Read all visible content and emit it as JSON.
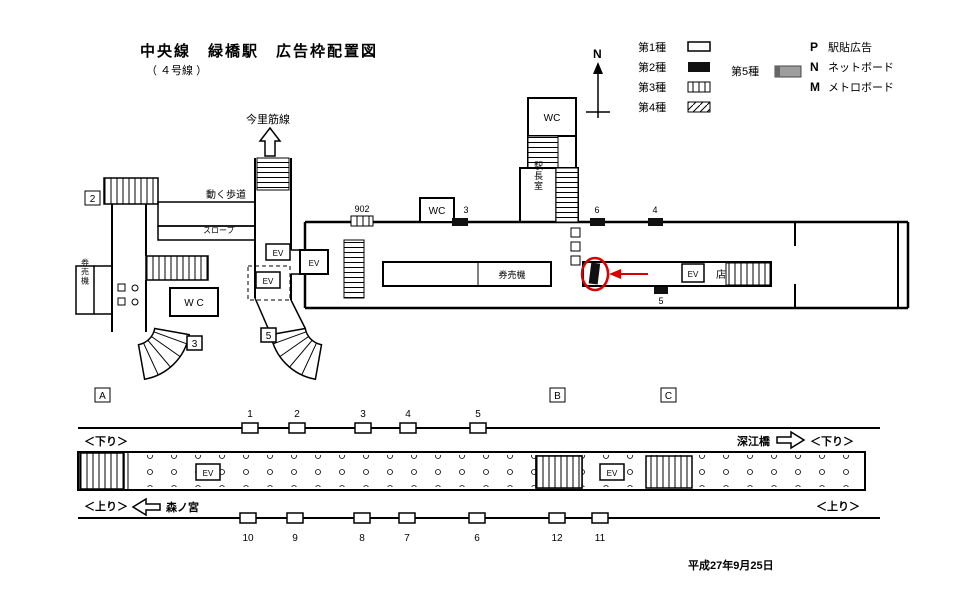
{
  "title": "中央線　緑橋駅　広告枠配置図",
  "subtitle": "（ ４号線 ）",
  "date": "平成27年9月25日",
  "legend": {
    "north": "N",
    "items": [
      {
        "label": "第1種"
      },
      {
        "label": "第2種"
      },
      {
        "label": "第3種"
      },
      {
        "label": "第4種"
      },
      {
        "label": "第5種"
      }
    ],
    "marks": [
      {
        "letter": "P",
        "label": "駅貼広告"
      },
      {
        "letter": "N",
        "label": "ネットボード"
      },
      {
        "letter": "M",
        "label": "メトロボード"
      }
    ]
  },
  "concourse": {
    "imazatosuji_line": "今里筋線",
    "moving_walkway": "動く歩道",
    "slope": "スロープ",
    "wc_top": "WC",
    "wc_mid": "WC",
    "wc_left": "W C",
    "station_master_office": "駅長室",
    "ticket_machines": "券売機",
    "ticket_machines_left": "券売機",
    "shop": "店",
    "ev": "EV",
    "exits": {
      "two": "2",
      "three": "3",
      "five": "5"
    },
    "positions": {
      "p902": "902",
      "p3": "3",
      "p6": "6",
      "p4": "4",
      "p5": "5"
    }
  },
  "sections": [
    "A",
    "B",
    "C"
  ],
  "platform": {
    "ev": "EV",
    "top_positions": [
      "1",
      "2",
      "3",
      "4",
      "5"
    ],
    "bottom_positions": [
      "10",
      "9",
      "8",
      "7",
      "6",
      "12",
      "11"
    ],
    "down_left": "＜下り＞",
    "down_right": "＜下り＞",
    "up_left": "＜上り＞",
    "up_right": "＜上り＞",
    "station_right": "深江橋",
    "station_left": "森ノ宮"
  }
}
